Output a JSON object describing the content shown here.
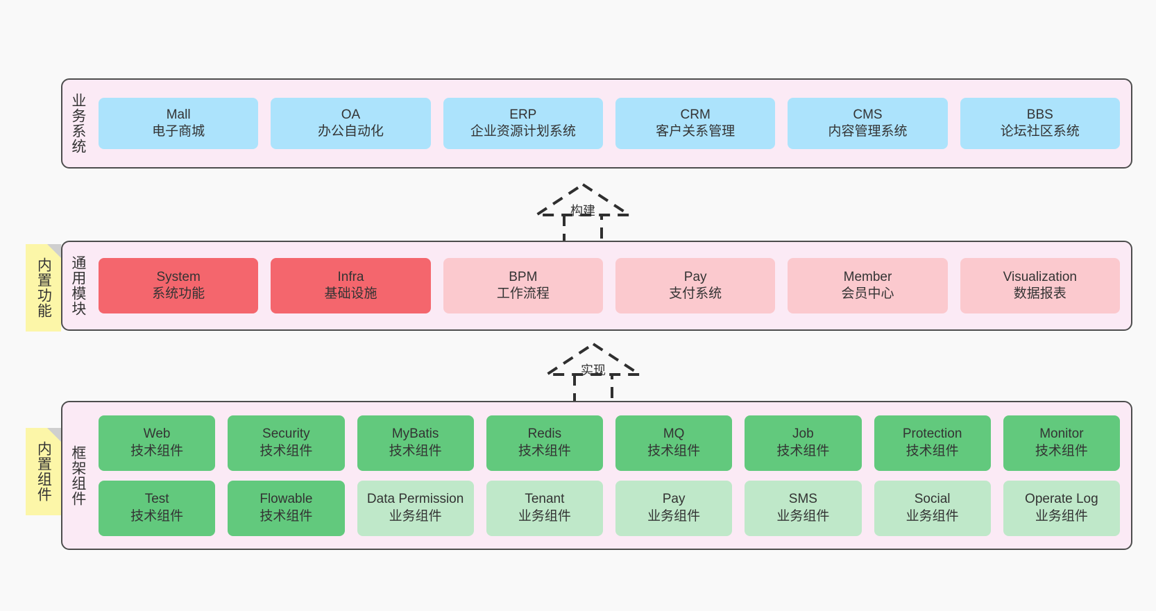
{
  "diagram": {
    "background_color": "#f9f9f9",
    "layer_fill": "#fbeaf5",
    "layer_border": "#4d4d4d",
    "note_color": "#fcf6a8"
  },
  "layers": [
    {
      "id": "business",
      "title": "业务系统",
      "card_color": "#ace3fc",
      "rows": [
        {
          "cards": [
            {
              "en": "Mall",
              "cn": "电子商城",
              "color": "#ace3fc"
            },
            {
              "en": "OA",
              "cn": "办公自动化",
              "color": "#ace3fc"
            },
            {
              "en": "ERP",
              "cn": "企业资源计划系统",
              "color": "#ace3fc"
            },
            {
              "en": "CRM",
              "cn": "客户关系管理",
              "color": "#ace3fc"
            },
            {
              "en": "CMS",
              "cn": "内容管理系统",
              "color": "#ace3fc"
            },
            {
              "en": "BBS",
              "cn": "论坛社区系统",
              "color": "#ace3fc"
            }
          ]
        }
      ]
    },
    {
      "id": "common",
      "title": "通用模块",
      "rows": [
        {
          "cards": [
            {
              "en": "System",
              "cn": "系统功能",
              "color": "#f4666d"
            },
            {
              "en": "Infra",
              "cn": "基础设施",
              "color": "#f4666d"
            },
            {
              "en": "BPM",
              "cn": "工作流程",
              "color": "#fbc9ce"
            },
            {
              "en": "Pay",
              "cn": "支付系统",
              "color": "#fbc9ce"
            },
            {
              "en": "Member",
              "cn": "会员中心",
              "color": "#fbc9ce"
            },
            {
              "en": "Visualization",
              "cn": "数据报表",
              "color": "#fbc9ce"
            }
          ]
        }
      ]
    },
    {
      "id": "framework",
      "title": "框架组件",
      "rows": [
        {
          "cards": [
            {
              "en": "Web",
              "cn": "技术组件",
              "color": "#62c97d"
            },
            {
              "en": "Security",
              "cn": "技术组件",
              "color": "#62c97d"
            },
            {
              "en": "MyBatis",
              "cn": "技术组件",
              "color": "#62c97d"
            },
            {
              "en": "Redis",
              "cn": "技术组件",
              "color": "#62c97d"
            },
            {
              "en": "MQ",
              "cn": "技术组件",
              "color": "#62c97d"
            },
            {
              "en": "Job",
              "cn": "技术组件",
              "color": "#62c97d"
            },
            {
              "en": "Protection",
              "cn": "技术组件",
              "color": "#62c97d"
            },
            {
              "en": "Monitor",
              "cn": "技术组件",
              "color": "#62c97d"
            }
          ]
        },
        {
          "cards": [
            {
              "en": "Test",
              "cn": "技术组件",
              "color": "#62c97d"
            },
            {
              "en": "Flowable",
              "cn": "技术组件",
              "color": "#62c97d"
            },
            {
              "en": "Data Permission",
              "cn": "业务组件",
              "color": "#bfe8c9"
            },
            {
              "en": "Tenant",
              "cn": "业务组件",
              "color": "#bfe8c9"
            },
            {
              "en": "Pay",
              "cn": "业务组件",
              "color": "#bfe8c9"
            },
            {
              "en": "SMS",
              "cn": "业务组件",
              "color": "#bfe8c9"
            },
            {
              "en": "Social",
              "cn": "业务组件",
              "color": "#bfe8c9"
            },
            {
              "en": "Operate Log",
              "cn": "业务组件",
              "color": "#bfe8c9"
            }
          ]
        }
      ]
    }
  ],
  "notes": [
    {
      "id": "builtin-function",
      "text": "内置功能"
    },
    {
      "id": "builtin-component",
      "text": "内置组件"
    }
  ],
  "connectors": [
    {
      "id": "build",
      "label": "构建",
      "style": "dashed-generalization"
    },
    {
      "id": "realize",
      "label": "实现",
      "style": "dashed-generalization"
    }
  ]
}
